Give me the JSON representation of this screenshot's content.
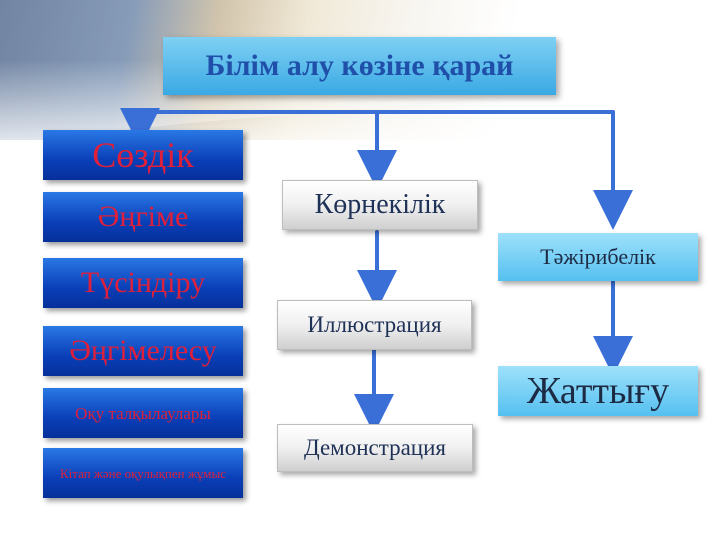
{
  "title": "Білім алу көзіне қарай",
  "left_items": [
    "Сөздік",
    "Әңгіме",
    "Түсіндіру",
    "Әңгімелесу",
    "Оқу талқылаулары",
    "Кітап және оқулықпен жұмыс"
  ],
  "middle_items": [
    "Көрнекілік",
    "Иллюстрация",
    "Демонстрация"
  ],
  "right_items": [
    "Тәжірибелік",
    "Жаттығу"
  ],
  "colors": {
    "title_bg": "#3aa9e4",
    "title_text": "#1f4fa8",
    "left_bg": "#0a3fb8",
    "left_text": "#e0203a",
    "connector": "#3a6fd8",
    "right_bg": "#55c0f0"
  }
}
